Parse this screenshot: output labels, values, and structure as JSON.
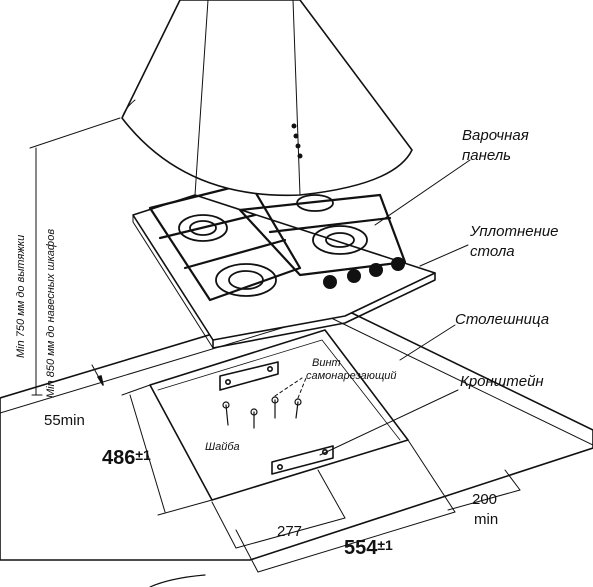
{
  "labels": {
    "hob_line1": "Варочная",
    "hob_line2": "панель",
    "seal_line1": "Уплотнение",
    "seal_line2": "стола",
    "countertop": "Столешница",
    "bracket": "Кронштейн",
    "screw_line1": "Винт",
    "screw_line2": "самонарезающий",
    "washer": "Шайба"
  },
  "vertical": {
    "hood_min": "Min 750 мм до вытяжки",
    "cabinet_min": "Min 850 мм до навесных шкафов"
  },
  "dimensions": {
    "edge_min": "55min",
    "depth": "486",
    "depth_tol": "±1",
    "half_width": "277",
    "width": "554",
    "width_tol": "±1",
    "back_gap_value": "200",
    "back_gap_unit": "min"
  }
}
